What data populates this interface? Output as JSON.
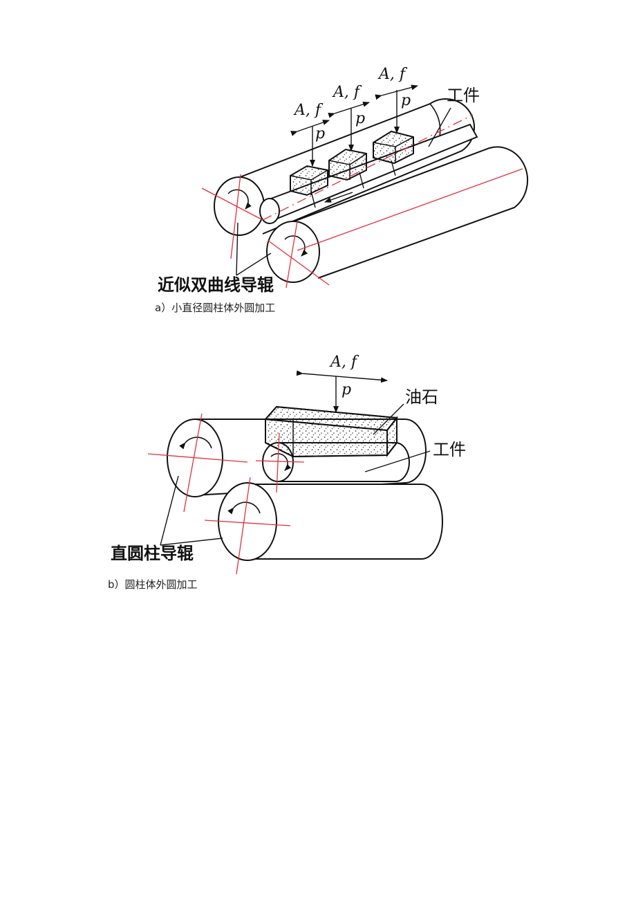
{
  "colors": {
    "line": "#111111",
    "axis": "#e0303a",
    "stone_fill": "#ffffff",
    "dots": "#333333"
  },
  "figure_a": {
    "label_force": "A, f",
    "label_pressure": "p",
    "label_workpiece": "工件",
    "label_rollers": "近似双曲线导辊",
    "caption": "a）小直径圆柱体外圆加工"
  },
  "figure_b": {
    "label_force": "A, f",
    "label_pressure": "p",
    "label_stone": "油石",
    "label_workpiece": "工件",
    "label_rollers": "直圆柱导辊",
    "caption": "b）圆柱体外圆加工"
  }
}
